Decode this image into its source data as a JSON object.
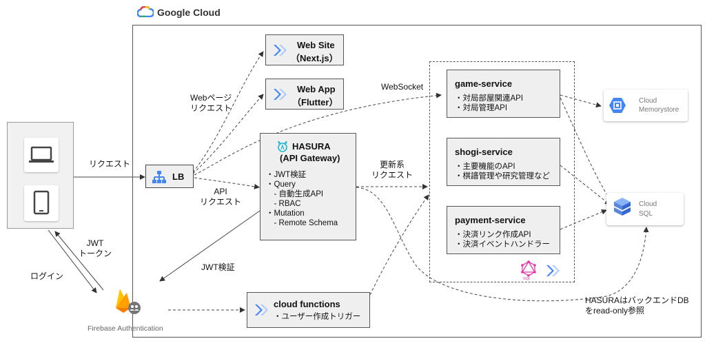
{
  "header": {
    "title": "Google Cloud",
    "logo_icon": "google-cloud-logo-icon"
  },
  "client": {
    "icons": [
      "laptop-icon",
      "tablet-icon"
    ]
  },
  "firebase": {
    "label": "Firebase Authentication",
    "icon": "firebase-icon"
  },
  "lb": {
    "label": "LB",
    "icon": "load-balancer-icon"
  },
  "web_site": {
    "title": "Web Site",
    "subtitle": "（Next.js）"
  },
  "web_app": {
    "title": "Web App",
    "subtitle": "（Flutter）"
  },
  "hasura": {
    "title": "HASURA",
    "subtitle": "(API Gateway)",
    "lines": [
      "・JWT検証",
      "・Query",
      "　- 自動生成API",
      "　- RBAC",
      "・Mutation",
      "　- Remote Schema"
    ]
  },
  "services": [
    {
      "title": "game-service",
      "lines": [
        "・対局部屋関連API",
        "・対局管理API"
      ]
    },
    {
      "title": "shogi-service",
      "lines": [
        "・主要機能のAPI",
        "・棋譜管理や研究管理など"
      ]
    },
    {
      "title": "payment-service",
      "lines": [
        "・決済リンク作成API",
        "・決済イベントハンドラー"
      ]
    }
  ],
  "cloud_functions": {
    "title": "cloud functions",
    "lines": [
      "・ユーザー作成トリガー"
    ]
  },
  "memorystore": {
    "line1": "Cloud",
    "line2": "Memorystore"
  },
  "cloud_sql": {
    "line1": "Cloud",
    "line2": "SQL"
  },
  "graphql_label": "GQL",
  "edge_labels": {
    "request": "リクエスト",
    "webpage_request": "Webページ\nリクエスト",
    "api_request": "API\nリクエスト",
    "websocket": "WebSocket",
    "update_request": "更新系\nリクエスト",
    "jwt_verify": "JWT検証",
    "jwt_token": "JWT\nトークン",
    "login": "ログイン",
    "hasura_note": "HASURAはバックエンドDB\nをread-only参照"
  },
  "colors": {
    "accent_blue": "#4285f4",
    "firebase_orange": "#ffa000",
    "graphql_pink": "#e535ab",
    "sql_blue": "#5c85de"
  }
}
